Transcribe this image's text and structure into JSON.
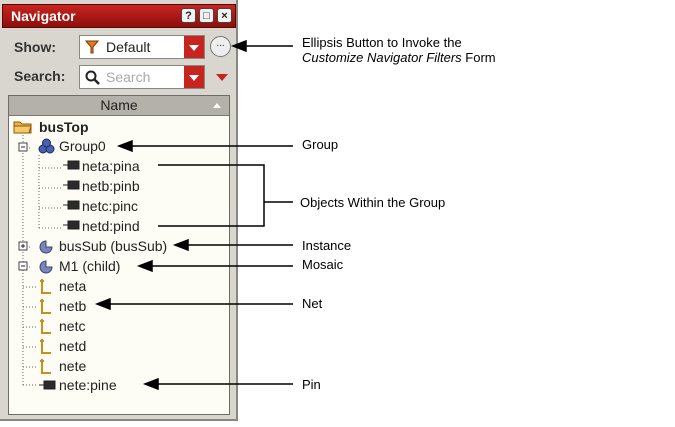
{
  "window": {
    "title": "Navigator"
  },
  "title_buttons": [
    "?",
    "□",
    "×"
  ],
  "filters": {
    "show_label": "Show:",
    "show_value": "Default",
    "ellipsis_label": "...",
    "search_label": "Search:",
    "search_placeholder": "Search"
  },
  "tree": {
    "column_header": "Name",
    "root": "busTop",
    "group": "Group0",
    "group_items": [
      "neta:pina",
      "netb:pinb",
      "netc:pinc",
      "netd:pind"
    ],
    "instance": "busSub (busSub)",
    "mosaic": "M1 (child)",
    "nets": [
      "neta",
      "netb",
      "netc",
      "netd",
      "nete"
    ],
    "pin": "nete:pine"
  },
  "annotations": {
    "ellipsis_line1": "Ellipsis Button to Invoke the",
    "ellipsis_line2_italic": "Customize Navigator Filters",
    "ellipsis_line2_tail": " Form",
    "group": "Group",
    "objects": "Objects Within the Group",
    "instance": "Instance",
    "mosaic": "Mosaic",
    "net": "Net",
    "pin": "Pin"
  },
  "colors": {
    "accent": "#c8241f",
    "panel": "#d8d6cf",
    "tree_bg": "#fdfdf5"
  }
}
